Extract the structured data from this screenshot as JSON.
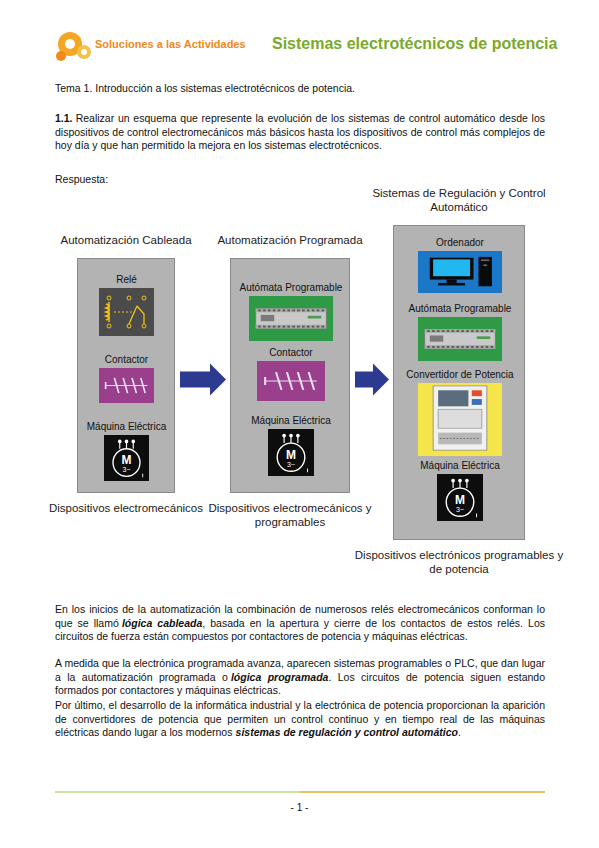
{
  "diagram": {
    "nodes": [
      {
        "text": [
          "Automatización Cableada",
          "Dispositivos electromecánicos"
        ]
      },
      {
        "text": [
          "Relé"
        ],
        "in": 0
      },
      {
        "text": [
          "Contactor"
        ],
        "in": 0
      },
      {
        "text": [
          "Máquina Eléctrica"
        ],
        "in": 0
      },
      {
        "text": [
          "Automatización Programada",
          "Dispositivos electromecánicos y programables"
        ]
      },
      {
        "text": [
          "Autómata Programable"
        ],
        "in": 4
      },
      {
        "text": [
          "Contactor"
        ],
        "in": 4
      },
      {
        "text": [
          "Máquina Eléctrica"
        ],
        "in": 4
      },
      {
        "text": [
          "Sistemas de Regulación y Control Automático",
          "Dispositivos electrónicos programables y de potencia"
        ]
      },
      {
        "text": [
          "Ordenador"
        ],
        "in": 8
      },
      {
        "text": [
          "Autómata Programable"
        ],
        "in": 8
      },
      {
        "text": [
          "Convertidor de Potencia"
        ],
        "in": 8
      },
      {
        "text": [
          "Máquina Eléctrica"
        ],
        "in": 8
      }
    ],
    "edges": [
      {
        "from": 0,
        "to": 4,
        "arrow": "to"
      },
      {
        "from": 4,
        "to": 8,
        "arrow": "to"
      }
    ],
    "labels": [
      "Soluciones a las Actividades",
      "Sistemas electrotécnicos de potencia",
      "Tema 1. Introducción a los sistemas electrotécnicos de potencia.",
      "1.1.",
      "Realizar un esquema que represente la evolución de los sistemas de control automático desde los dispositivos de control electromecánicos más básicos hasta los dispositivos de control más complejos de hoy día y que han permitido la mejora en los sistemas electrotécnicos.",
      "Respuesta:",
      "M",
      "3~",
      "M",
      "3~",
      "M",
      "3~",
      "En los inicios de la automatización la combinación de numerosos relés electromecánicos conforman lo que se llamó",
      "lógica cableada",
      ", basada en la apertura y cierre de los contactos de estos relés. Los circuitos de fuerza están compuestos por contactores de potencia y máquinas eléctricas.",
      "A medida que la electrónica programada avanza, aparecen sistemas programables o PLC, que dan lugar a la automatización programada o",
      "lógica programada",
      ". Los circuitos de potencia siguen estando formados por contactores y máquinas eléctricas.",
      "Por último, el desarrollo de la informática industrial y la electrónica de potencia proporcionan la aparición de convertidores de potencia que permiten un control continuo y en tiempo real de las máquinas eléctricas dando lugar a los modernos",
      "sistemas de regulación y control automático",
      ".",
      "- 1 -"
    ]
  }
}
